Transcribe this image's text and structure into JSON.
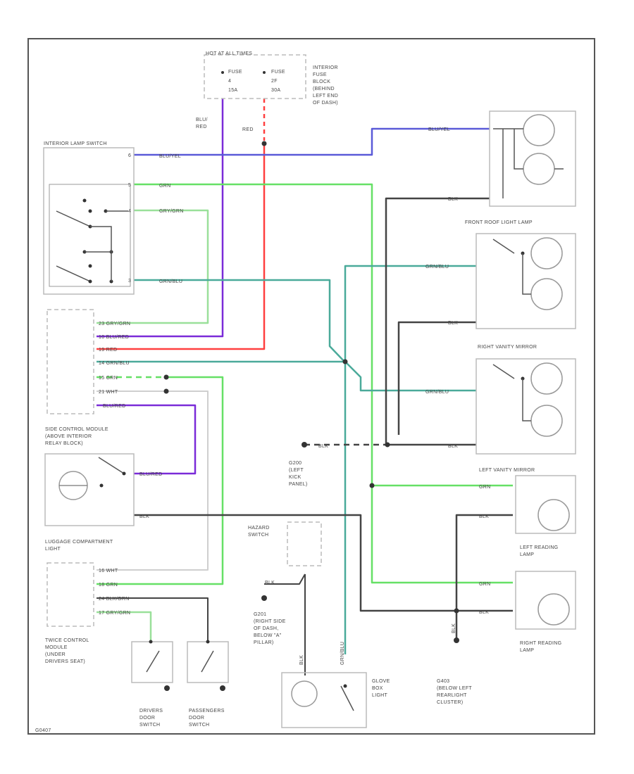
{
  "colors": {
    "blu_red": "#7a2bd8",
    "red": "#ff4040",
    "blu_yel": "#5a5ad8",
    "grn": "#66e066",
    "gry_grn": "#9ae09a",
    "grn_blu": "#4aaa9a",
    "blk": "#444444",
    "wht": "#cfcfcf",
    "blu_grn": "#777777",
    "box": "#bbbbbb"
  },
  "diagram": {
    "fuse_block": {
      "title": "HOT AT ALL TIMES",
      "fuse_a": [
        "FUSE",
        "4",
        "15A"
      ],
      "fuse_b": [
        "FUSE",
        "2F",
        "30A"
      ],
      "location": [
        "INTERIOR",
        "FUSE",
        "BLOCK",
        "(BEHIND",
        "LEFT END",
        "OF DASH)"
      ]
    },
    "wire_labels": {
      "blu_red_top": [
        "BLU/",
        "RED"
      ],
      "red_top": "RED",
      "blu_yel": "BLU/YEL",
      "grn": "GRN",
      "gry_grn": "GRY/GRN",
      "grn_blu": "GRN/BLU",
      "blk": "BLK",
      "blu_red": "BLU/RED",
      "wht": "WHT",
      "blk_grn": "BLK/GRN"
    },
    "interior_switch": {
      "title": "INTERIOR LAMP SWITCH",
      "pins": [
        "6",
        "5",
        "4",
        "3"
      ]
    },
    "module_pins": [
      "23",
      "10",
      "19",
      "14",
      "15",
      "21"
    ],
    "lower_module_pins": [
      "16",
      "18",
      "24",
      "17"
    ],
    "comps": {
      "side_module": [
        "SIDE CONTROL MODULE",
        "(ABOVE INTERIOR",
        "RELAY BLOCK)"
      ],
      "luggage": [
        "LUGGAGE COMPARTMENT",
        "LIGHT"
      ],
      "twice_module": [
        "TWICE CONTROL",
        "MODULE",
        "(UNDER",
        "DRIVERS SEAT)"
      ],
      "hazard": [
        "HAZARD",
        "SWITCH"
      ],
      "drivers_door": [
        "DRIVERS",
        "DOOR",
        "SWITCH"
      ],
      "passengers_door": [
        "PASSENGERS",
        "DOOR",
        "SWITCH"
      ],
      "glove_box": [
        "GLOVE",
        "BOX",
        "LIGHT"
      ],
      "front_roof": "FRONT ROOF LIGHT LAMP",
      "right_vanity": "RIGHT VANITY MIRROR",
      "left_vanity": "LEFT VANITY MIRROR",
      "left_reading": [
        "LEFT READING",
        "LAMP"
      ],
      "right_reading": [
        "RIGHT READING",
        "LAMP"
      ]
    },
    "grounds": {
      "g200": [
        "G200",
        "(LEFT",
        "KICK",
        "PANEL)"
      ],
      "g201": [
        "G201",
        "(RIGHT SIDE",
        "OF DASH,",
        "BELOW \"A\"",
        "PILLAR)"
      ],
      "g203": [
        "G403",
        "(BELOW LEFT",
        "REARLIGHT",
        "CLUSTER)"
      ]
    },
    "footer_code": "G0407"
  }
}
